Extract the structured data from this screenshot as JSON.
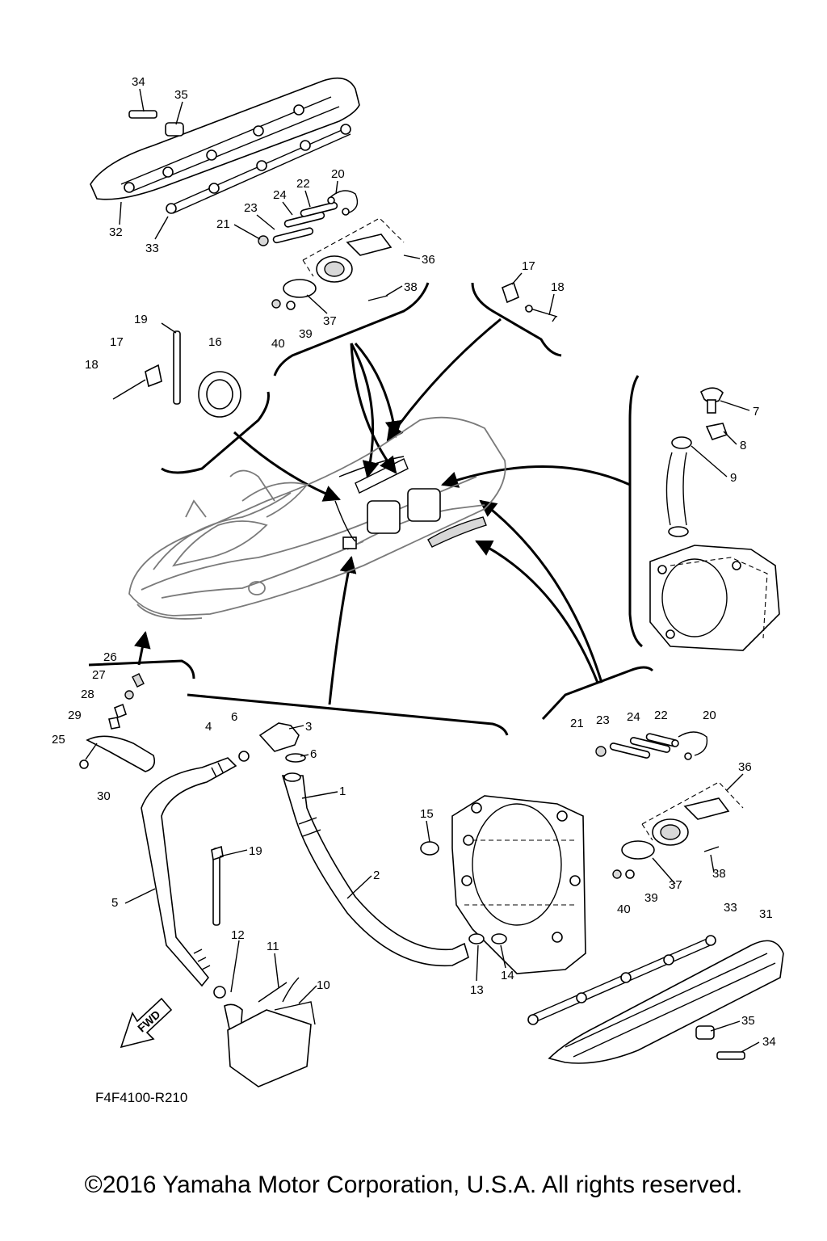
{
  "diagram": {
    "callouts": [
      {
        "id": "c34a",
        "text": "34"
      },
      {
        "id": "c35a",
        "text": "35"
      },
      {
        "id": "c32",
        "text": "32"
      },
      {
        "id": "c33a",
        "text": "33"
      },
      {
        "id": "c20a",
        "text": "20"
      },
      {
        "id": "c22a",
        "text": "22"
      },
      {
        "id": "c24a",
        "text": "24"
      },
      {
        "id": "c23a",
        "text": "23"
      },
      {
        "id": "c21a",
        "text": "21"
      },
      {
        "id": "c36a",
        "text": "36"
      },
      {
        "id": "c38a",
        "text": "38"
      },
      {
        "id": "c37a",
        "text": "37"
      },
      {
        "id": "c39a",
        "text": "39"
      },
      {
        "id": "c40a",
        "text": "40"
      },
      {
        "id": "c17a",
        "text": "17"
      },
      {
        "id": "c18a",
        "text": "18"
      },
      {
        "id": "c19a",
        "text": "19"
      },
      {
        "id": "c17b",
        "text": "17"
      },
      {
        "id": "c18b",
        "text": "18"
      },
      {
        "id": "c16",
        "text": "16"
      },
      {
        "id": "c7",
        "text": "7"
      },
      {
        "id": "c8",
        "text": "8"
      },
      {
        "id": "c9",
        "text": "9"
      },
      {
        "id": "c26",
        "text": "26"
      },
      {
        "id": "c27",
        "text": "27"
      },
      {
        "id": "c28",
        "text": "28"
      },
      {
        "id": "c29",
        "text": "29"
      },
      {
        "id": "c25",
        "text": "25"
      },
      {
        "id": "c30",
        "text": "30"
      },
      {
        "id": "c4",
        "text": "4"
      },
      {
        "id": "c6a",
        "text": "6"
      },
      {
        "id": "c3",
        "text": "3"
      },
      {
        "id": "c6b",
        "text": "6"
      },
      {
        "id": "c1",
        "text": "1"
      },
      {
        "id": "c2",
        "text": "2"
      },
      {
        "id": "c5",
        "text": "5"
      },
      {
        "id": "c19b",
        "text": "19"
      },
      {
        "id": "c12",
        "text": "12"
      },
      {
        "id": "c11",
        "text": "11"
      },
      {
        "id": "c10",
        "text": "10"
      },
      {
        "id": "c15",
        "text": "15"
      },
      {
        "id": "c13",
        "text": "13"
      },
      {
        "id": "c14",
        "text": "14"
      },
      {
        "id": "c21b",
        "text": "21"
      },
      {
        "id": "c23b",
        "text": "23"
      },
      {
        "id": "c24b",
        "text": "24"
      },
      {
        "id": "c22b",
        "text": "22"
      },
      {
        "id": "c20b",
        "text": "20"
      },
      {
        "id": "c36b",
        "text": "36"
      },
      {
        "id": "c37b",
        "text": "37"
      },
      {
        "id": "c38b",
        "text": "38"
      },
      {
        "id": "c39b",
        "text": "39"
      },
      {
        "id": "c40b",
        "text": "40"
      },
      {
        "id": "c33b",
        "text": "33"
      },
      {
        "id": "c31",
        "text": "31"
      },
      {
        "id": "c35b",
        "text": "35"
      },
      {
        "id": "c34b",
        "text": "34"
      }
    ],
    "fwd_label": "FWD",
    "figure_code": "F4F4100-R210"
  },
  "footer": {
    "copyright": "©2016 Yamaha Motor Corporation, U.S.A. All rights reserved."
  },
  "colors": {
    "line": "#000000",
    "hull": "#7a7a7a",
    "background": "#ffffff"
  }
}
